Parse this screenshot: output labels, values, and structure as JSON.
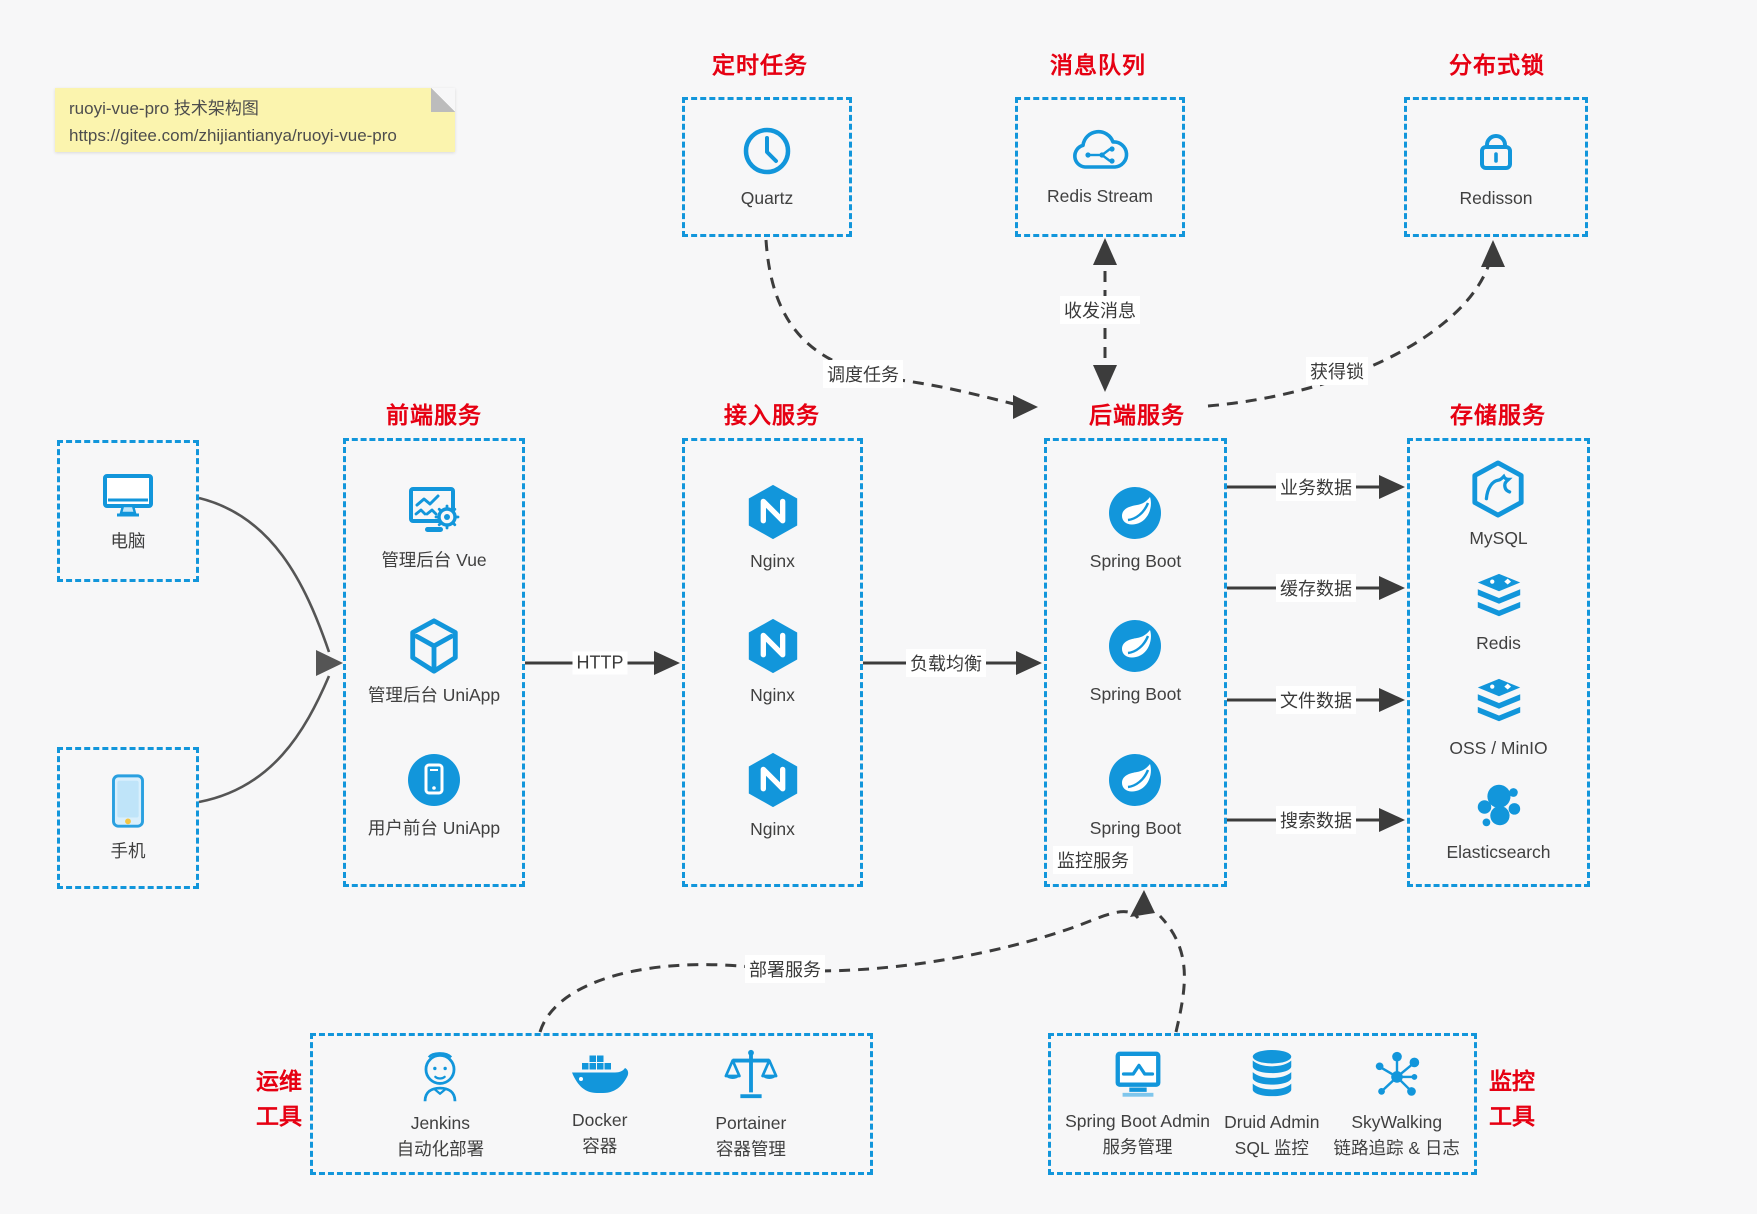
{
  "colors": {
    "accent": "#1296db",
    "red": "#e60012",
    "line": "#3c3c3c",
    "bg": "#f7f7f8",
    "note_bg": "#fbf4ae",
    "text": "#404040"
  },
  "note": {
    "line1": "ruoyi-vue-pro 技术架构图",
    "line2": "https://gitee.com/zhijiantianya/ruoyi-vue-pro"
  },
  "top_sections": [
    {
      "label": "定时任务",
      "item": {
        "name": "Quartz",
        "icon": "clock-icon"
      }
    },
    {
      "label": "消息队列",
      "item": {
        "name": "Redis Stream",
        "icon": "cloud-stream-icon"
      }
    },
    {
      "label": "分布式锁",
      "item": {
        "name": "Redisson",
        "icon": "lock-icon"
      }
    }
  ],
  "clients": [
    {
      "label": "电脑",
      "icon": "desktop-icon"
    },
    {
      "label": "手机",
      "icon": "phone-icon"
    }
  ],
  "columns": [
    {
      "label": "前端服务",
      "items": [
        {
          "name": "管理后台 Vue",
          "icon": "admin-vue-icon"
        },
        {
          "name": "管理后台 UniApp",
          "icon": "cube-icon"
        },
        {
          "name": "用户前台 UniApp",
          "icon": "mobile-app-icon"
        }
      ]
    },
    {
      "label": "接入服务",
      "items": [
        {
          "name": "Nginx",
          "icon": "nginx-icon"
        },
        {
          "name": "Nginx",
          "icon": "nginx-icon"
        },
        {
          "name": "Nginx",
          "icon": "nginx-icon"
        }
      ]
    },
    {
      "label": "后端服务",
      "items": [
        {
          "name": "Spring Boot",
          "icon": "spring-icon"
        },
        {
          "name": "Spring Boot",
          "icon": "spring-icon"
        },
        {
          "name": "Spring Boot",
          "icon": "spring-icon"
        }
      ]
    },
    {
      "label": "存储服务",
      "items": [
        {
          "name": "MySQL",
          "icon": "mysql-icon"
        },
        {
          "name": "Redis",
          "icon": "redis-icon"
        },
        {
          "name": "OSS / MinIO",
          "icon": "storage-stack-icon"
        },
        {
          "name": "Elasticsearch",
          "icon": "elasticsearch-icon"
        }
      ]
    }
  ],
  "edges": {
    "schedule": "调度任务",
    "messages": "收发消息",
    "lock": "获得锁",
    "http": "HTTP",
    "load_balance": "负载均衡",
    "data_flows": [
      "业务数据",
      "缓存数据",
      "文件数据",
      "搜索数据"
    ],
    "deploy": "部署服务",
    "monitor": "监控服务"
  },
  "ops_tools": {
    "side_label": [
      "运维",
      "工具"
    ],
    "items": [
      {
        "name": "Jenkins",
        "desc": "自动化部署",
        "icon": "jenkins-icon"
      },
      {
        "name": "Docker",
        "desc": "容器",
        "icon": "docker-icon"
      },
      {
        "name": "Portainer",
        "desc": "容器管理",
        "icon": "scales-icon"
      }
    ]
  },
  "monitor_tools": {
    "side_label": [
      "监控",
      "工具"
    ],
    "items": [
      {
        "name": "Spring Boot Admin",
        "desc": "服务管理",
        "icon": "admin-monitor-icon"
      },
      {
        "name": "Druid Admin",
        "desc": "SQL 监控",
        "icon": "database-icon"
      },
      {
        "name": "SkyWalking",
        "desc": "链路追踪 & 日志",
        "icon": "topology-icon"
      }
    ]
  }
}
